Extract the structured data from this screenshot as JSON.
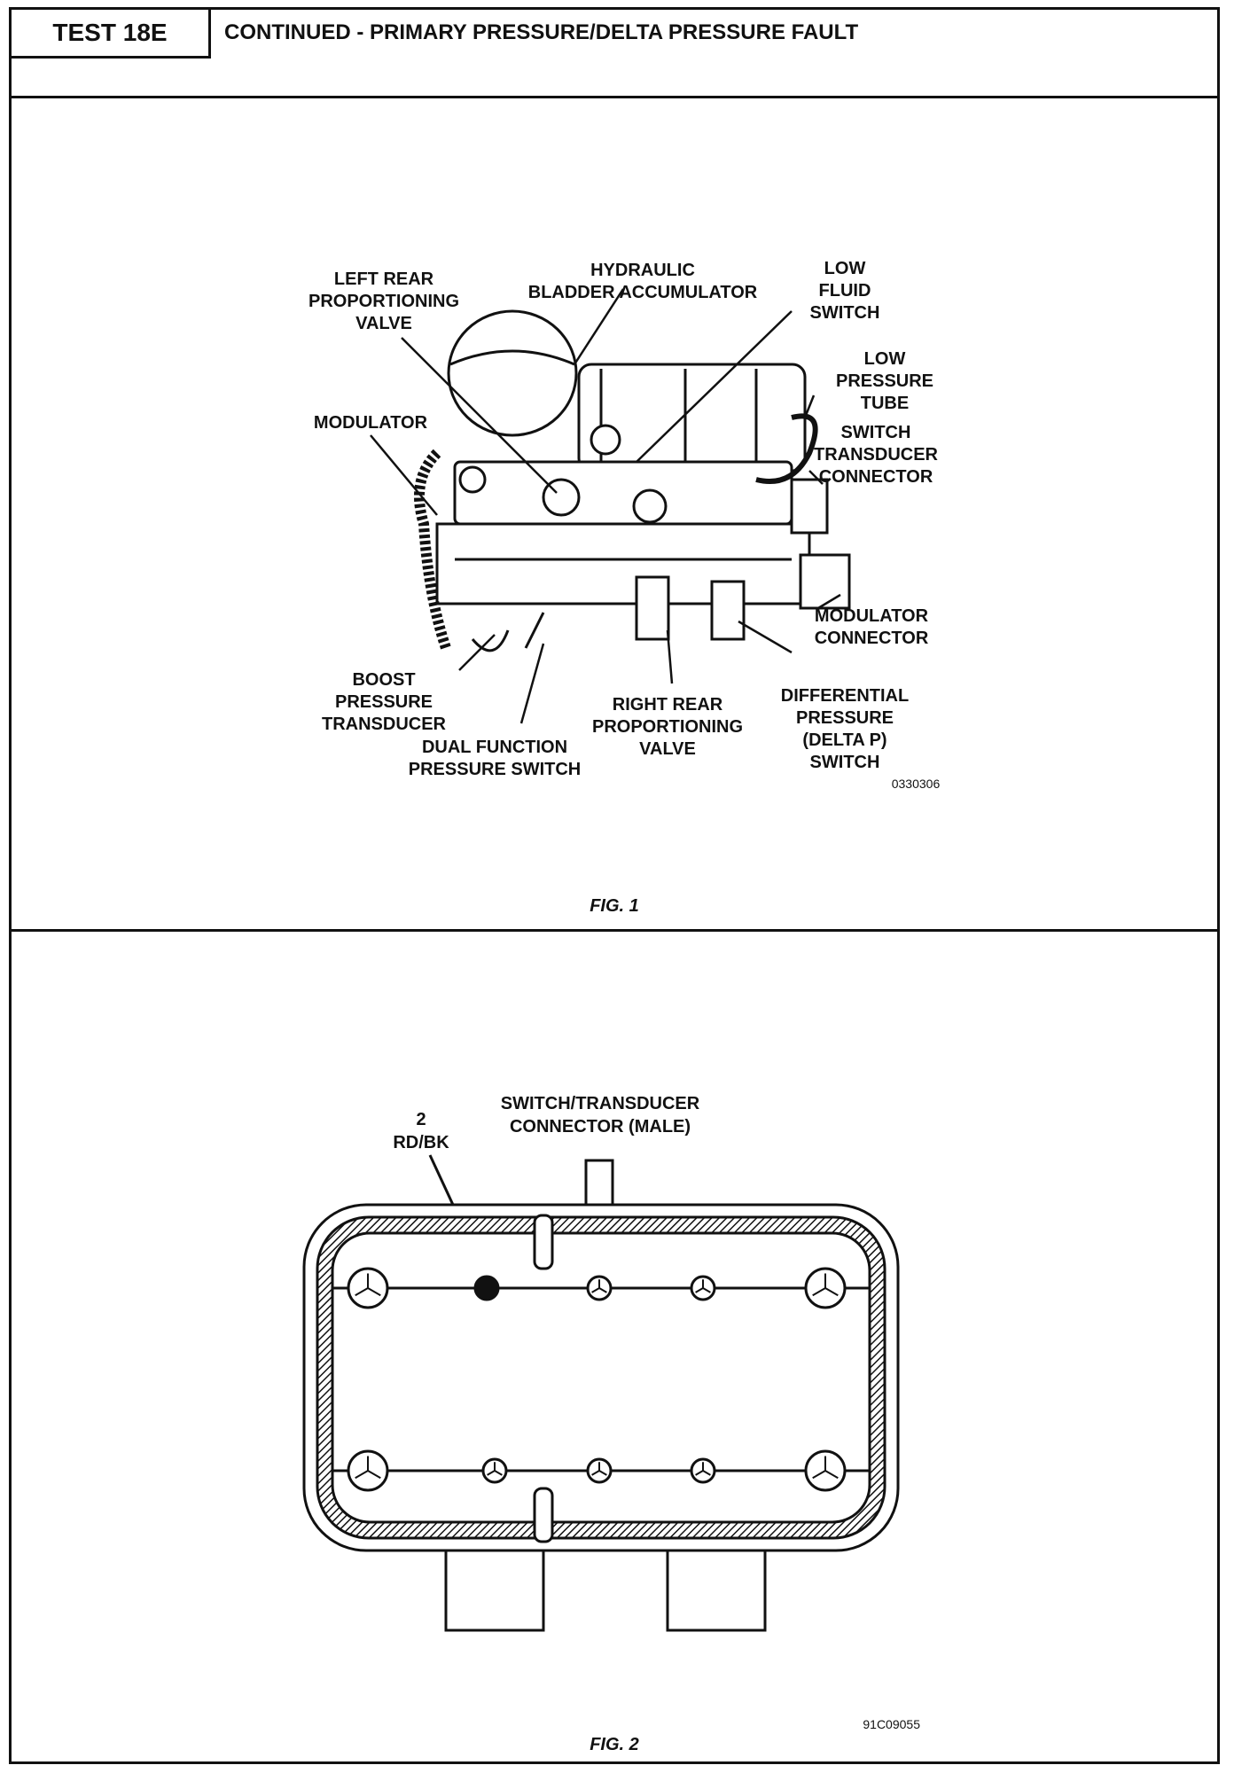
{
  "header": {
    "test_id": "TEST 18E",
    "title": "CONTINUED - PRIMARY PRESSURE/DELTA PRESSURE FAULT"
  },
  "fig1": {
    "caption": "FIG. 1",
    "labels": {
      "left_rear_valve": [
        "LEFT REAR",
        "PROPORTIONING",
        "VALVE"
      ],
      "accumulator": [
        "HYDRAULIC",
        "BLADDER ACCUMULATOR"
      ],
      "low_fluid_switch": [
        "LOW",
        "FLUID",
        "SWITCH"
      ],
      "low_pressure_tube": [
        "LOW",
        "PRESSURE",
        "TUBE"
      ],
      "switch_transducer_connector": [
        "SWITCH",
        "TRANSDUCER",
        "CONNECTOR"
      ],
      "modulator": [
        "MODULATOR"
      ],
      "modulator_connector": [
        "MODULATOR",
        "CONNECTOR"
      ],
      "differential_switch": [
        "DIFFERENTIAL",
        "PRESSURE",
        "(DELTA P)",
        "SWITCH"
      ],
      "right_rear_valve": [
        "RIGHT REAR",
        "PROPORTIONING",
        "VALVE"
      ],
      "boost_transducer": [
        "BOOST",
        "PRESSURE",
        "TRANSDUCER"
      ],
      "dual_function_switch": [
        "DUAL FUNCTION",
        "PRESSURE SWITCH"
      ]
    },
    "code": "0330306"
  },
  "fig2": {
    "caption": "FIG. 2",
    "connector_title": [
      "SWITCH/TRANSDUCER",
      "CONNECTOR (MALE)"
    ],
    "pin_label": [
      "2",
      "RD/BK"
    ],
    "code": "91C09055"
  }
}
